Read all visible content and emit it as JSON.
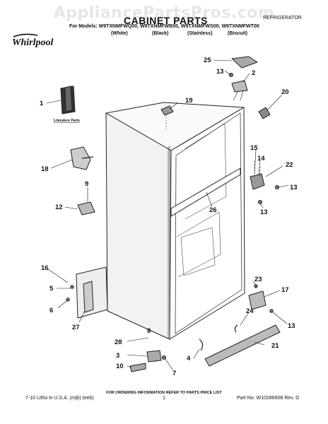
{
  "watermark": "AppliancePartsPros.com",
  "header": {
    "title": "CABINET PARTS",
    "category": "REFRIGERATOR",
    "models": "For Models: W9TXNMFWQ00, W9TXNMFWB00, W9TXNMFWS00, W9TXNMFWT00",
    "finishes": [
      "(White)",
      "(Black)",
      "(Stainless)",
      "(Biscuit)"
    ],
    "brand": "Whirlpool"
  },
  "literature_label": "Literature Parts",
  "callouts": [
    "1",
    "2",
    "3",
    "4",
    "5",
    "6",
    "7",
    "8",
    "9",
    "10",
    "12",
    "13",
    "13",
    "13",
    "13",
    "14",
    "15",
    "16",
    "17",
    "18",
    "19",
    "20",
    "21",
    "22",
    "23",
    "24",
    "25",
    "26",
    "27",
    "28"
  ],
  "footer": {
    "ordering_note": "FOR ORDERING INFORMATION REFER TO PARTS PRICE LIST",
    "litho": "7-10 Litho in U.S.A. (mjb) (eeb)",
    "page": "1",
    "part_no": "Part No. W10286608 Rev. D"
  }
}
